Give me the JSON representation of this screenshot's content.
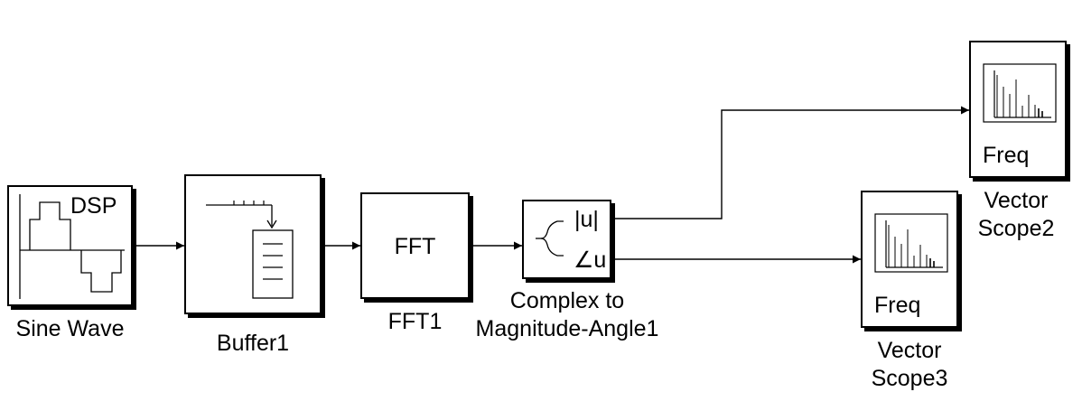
{
  "colors": {
    "line": "#000000",
    "background": "#ffffff"
  },
  "blocks": {
    "sine_wave": {
      "label": "Sine Wave",
      "icon_text": "DSP",
      "icon": "sine-wave-pulse-icon"
    },
    "buffer": {
      "label": "Buffer1",
      "icon": "buffer-stack-icon"
    },
    "fft": {
      "label": "FFT1",
      "icon_text": "FFT"
    },
    "complex_to_mag_angle": {
      "label_line1": "Complex to",
      "label_line2": "Magnitude-Angle1",
      "port_magnitude": "|u|",
      "port_angle": "∠u",
      "icon": "split-icon"
    },
    "vector_scope2": {
      "label_line1": "Vector",
      "label_line2": "Scope2",
      "icon_text": "Freq",
      "icon": "spectrum-plot-icon"
    },
    "vector_scope3": {
      "label_line1": "Vector",
      "label_line2": "Scope3",
      "icon_text": "Freq",
      "icon": "spectrum-plot-icon"
    }
  }
}
